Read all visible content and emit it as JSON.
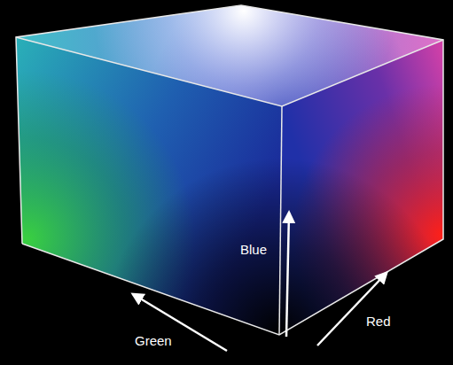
{
  "diagram": {
    "labels": [
      "Blue",
      "Green",
      "Red"
    ]
  }
}
